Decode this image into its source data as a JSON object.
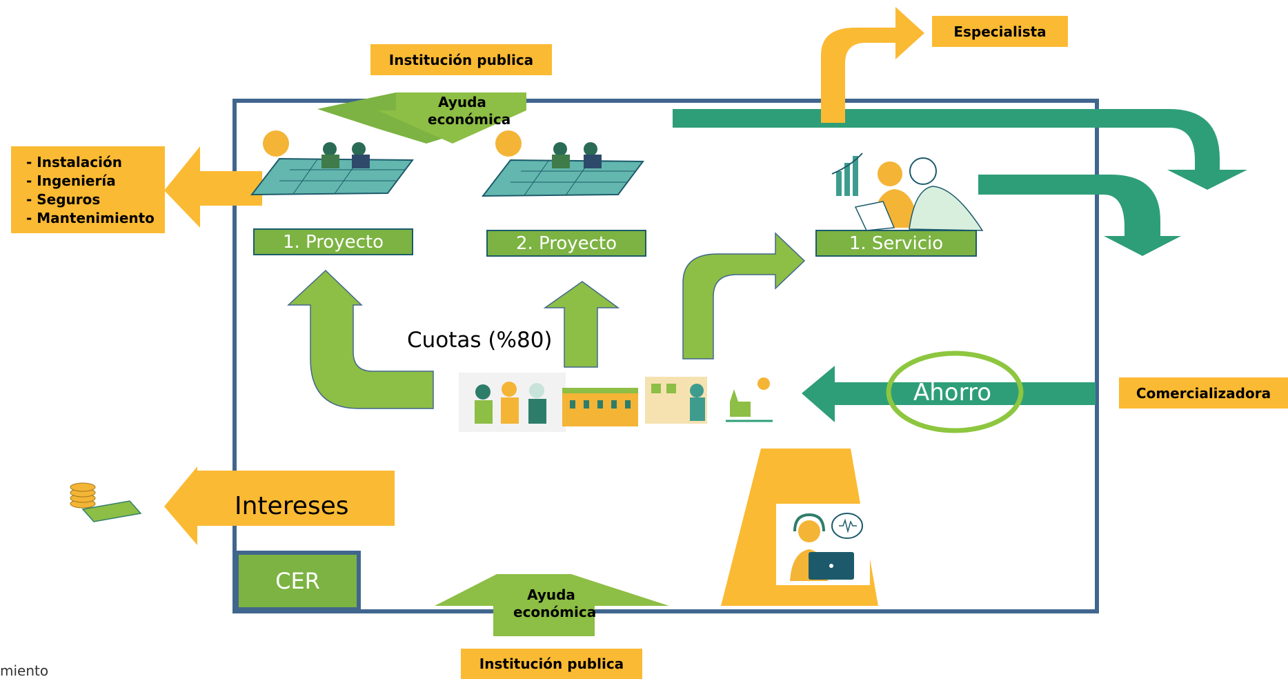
{
  "top_institution": "Institución publica",
  "bottom_institution": "Institución publica",
  "specialist": "Especialista",
  "retailer": "Comercializadora",
  "services_list": [
    "- Instalación",
    "- Ingeniería",
    "- Seguros",
    "- Mantenimiento"
  ],
  "aid_top": [
    "Ayuda",
    "económica"
  ],
  "aid_bottom": [
    "Ayuda",
    "económica"
  ],
  "project_1": "1. Proyecto",
  "project_2": "2. Proyecto",
  "service_1": "1. Servicio",
  "fees": "Cuotas (%80)",
  "savings": "Ahorro",
  "interest": "Intereses",
  "cer": "CER",
  "cut_text": "miento",
  "colors": {
    "green": "#7CB342",
    "teal": "#2E9E78",
    "yellow": "#FBBA33",
    "frame": "#41668E",
    "ring": "#8DC63F"
  }
}
